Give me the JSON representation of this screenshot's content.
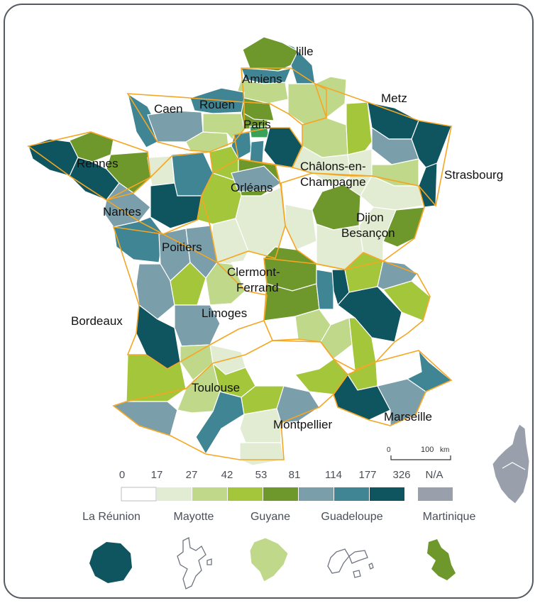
{
  "colors": {
    "frame": "#555a63",
    "region_border": "#f5a623",
    "class_0": "#ffffff",
    "class_1": "#e2ecd3",
    "class_2": "#bfd88a",
    "class_3": "#a3c63a",
    "class_4": "#6e972c",
    "class_5": "#7a9eaa",
    "class_6": "#3f8594",
    "class_7": "#0f5560",
    "class_na": "#9aa0ab",
    "paris_highlight": "#3aa15a"
  },
  "cities": {
    "lille": "lille",
    "amiens": "Amiens",
    "caen": "Caen",
    "rouen": "Rouen",
    "paris": "Paris",
    "metz": "Metz",
    "rennes": "Rennes",
    "chalons_1": "Châlons-en-",
    "chalons_2": "Champagne",
    "strasbourg": "Strasbourg",
    "orleans": "Orléans",
    "nantes": "Nantes",
    "dijon": "Dijon",
    "besancon": "Besançon",
    "poitiers": "Poitiers",
    "clermont_1": "Clermont-",
    "clermont_2": "Ferrand",
    "bordeaux": "Bordeaux",
    "limoges": "Limoges",
    "toulouse": "Toulouse",
    "marseille": "Marseille",
    "montpellier": "Montpellier"
  },
  "scale": {
    "zero": "0",
    "hundred": "100",
    "unit": "km"
  },
  "legend": {
    "breaks": [
      "0",
      "17",
      "27",
      "42",
      "53",
      "81",
      "114",
      "177",
      "326"
    ],
    "na_label": "N/A"
  },
  "overseas": [
    {
      "name": "La Réunion",
      "icon": "reunion-icon",
      "class": "class_7"
    },
    {
      "name": "Mayotte",
      "icon": "mayotte-icon",
      "class": "class_0"
    },
    {
      "name": "Guyane",
      "icon": "guyane-icon",
      "class": "class_2"
    },
    {
      "name": "Guadeloupe",
      "icon": "guadeloupe-icon",
      "class": "class_0"
    },
    {
      "name": "Martinique",
      "icon": "martinique-icon",
      "class": "class_4"
    }
  ]
}
